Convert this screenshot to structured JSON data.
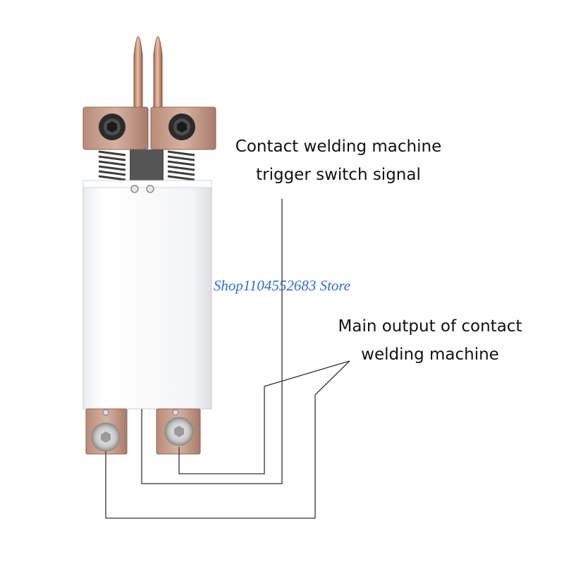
{
  "labels": {
    "trigger_line1": "Contact welding machine",
    "trigger_line2": "trigger switch signal",
    "output_line1": "Main output of contact",
    "output_line2": "welding machine"
  },
  "watermark": "Shop1104552683 Store",
  "colors": {
    "copper": "#c49a86",
    "copper_dark": "#9c7362",
    "body": "#f6f7f9",
    "spring": "#4a4a4a",
    "wire": "#333333",
    "watermark": "#2f6fd8"
  },
  "icons": [
    "electrode-tip-icon",
    "hex-socket-screw-icon",
    "spring-icon",
    "small-screw-icon"
  ]
}
